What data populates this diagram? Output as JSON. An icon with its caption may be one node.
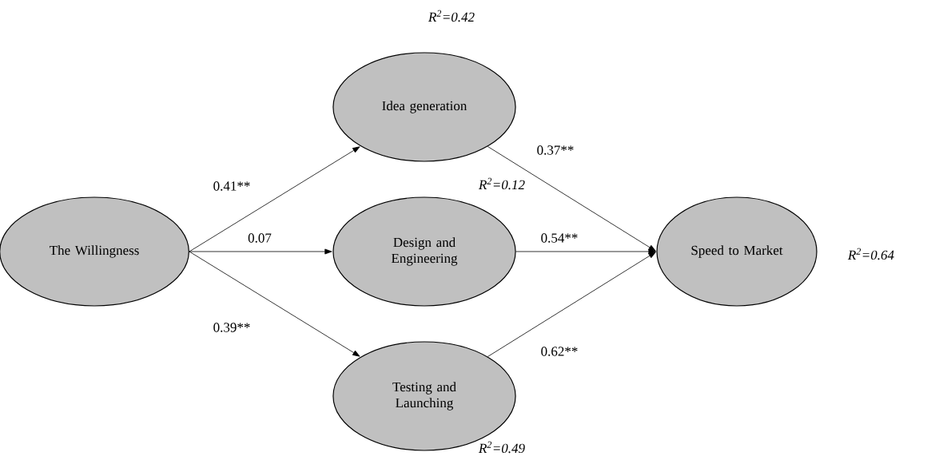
{
  "diagram": {
    "nodes": [
      {
        "text": [
          "The Willingness"
        ]
      },
      {
        "text": [
          "Idea generation"
        ],
        "beside": [
          "R$^{2}$=0.42"
        ]
      },
      {
        "text": [
          "Design and Engineering"
        ],
        "beside": [
          "R$^{2}$=0.12"
        ]
      },
      {
        "text": [
          "Testing and Launching"
        ],
        "beside": [
          "R$^{2}$=0.49"
        ]
      },
      {
        "text": [
          "Speed to Market"
        ],
        "beside": [
          "R$^{2}$=0.64"
        ]
      }
    ],
    "edges": [
      {
        "from": 0,
        "to": 1,
        "arrow": "to",
        "label": "0.41**"
      },
      {
        "from": 0,
        "to": 2,
        "arrow": "to",
        "label": "0.07"
      },
      {
        "from": 0,
        "to": 3,
        "arrow": "to",
        "label": "0.39**"
      },
      {
        "from": 1,
        "to": 4,
        "arrow": "to",
        "label": "0.37**"
      },
      {
        "from": 2,
        "to": 4,
        "arrow": "to",
        "label": "0.54**"
      },
      {
        "from": 3,
        "to": 4,
        "arrow": "to",
        "label": "0.62**"
      }
    ]
  }
}
